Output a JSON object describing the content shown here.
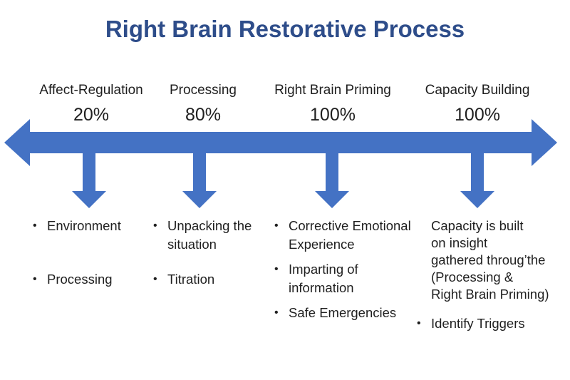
{
  "title": "Right Brain Restorative Process",
  "colors": {
    "title": "#2e4d8a",
    "arrow": "#4472c4"
  },
  "stages": [
    {
      "label": "Affect-Regulation",
      "percent": "20%",
      "items": [
        "Environment",
        "Processing"
      ]
    },
    {
      "label": "Processing",
      "percent": "80%",
      "items": [
        "Unpacking the situation",
        "Titration"
      ]
    },
    {
      "label": "Right Brain Priming",
      "percent": "100%",
      "items": [
        "Corrective Emotional Experience",
        "Imparting of information",
        "Safe Emergencies"
      ]
    },
    {
      "label": "Capacity Building",
      "percent": "100%",
      "intro": [
        "Capacity is built",
        "on insight",
        "gathered throug’the",
        "(Processing &",
        "Right Brain Priming)"
      ],
      "items": [
        "Identify Triggers"
      ]
    }
  ]
}
